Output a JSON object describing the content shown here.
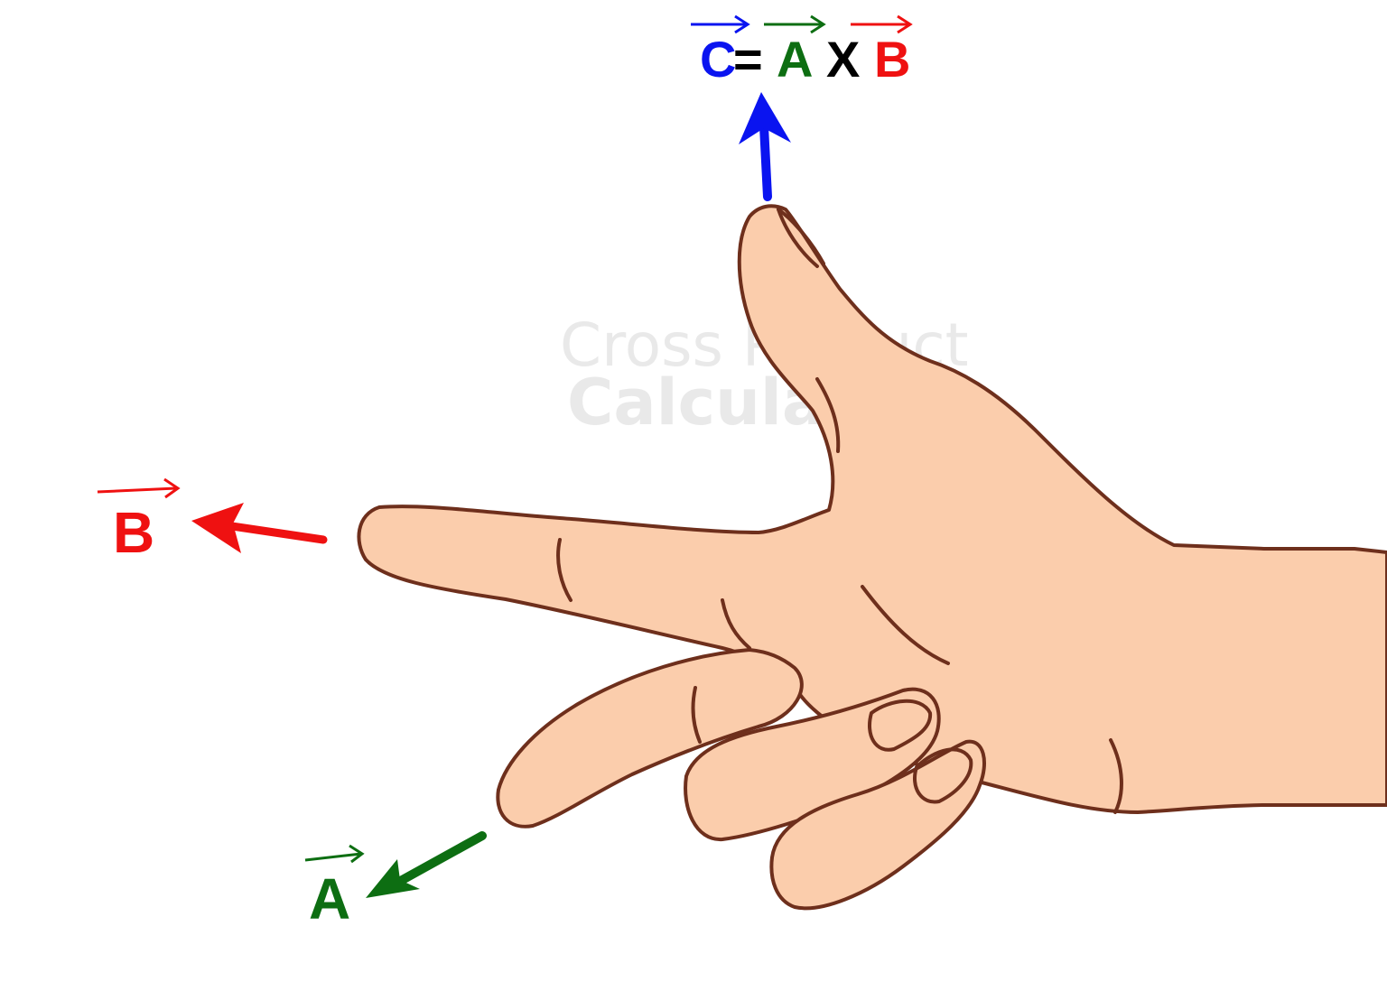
{
  "equation": {
    "c": "C",
    "equals": "=",
    "a": "A",
    "times": "X",
    "b": "B"
  },
  "labels": {
    "b": "B",
    "a": "A"
  },
  "watermark": {
    "line1": "Cross Product",
    "line2": "Calculator"
  },
  "colors": {
    "vector_c": "#0a14f0",
    "vector_a": "#0d6e12",
    "vector_b": "#ef1111",
    "skin": "#fbcdac",
    "outline": "#6e2f1c"
  }
}
